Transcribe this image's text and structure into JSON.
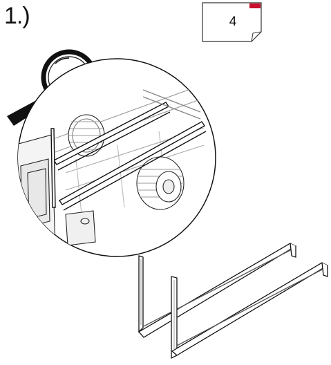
{
  "step": {
    "label": "1.)"
  },
  "quantity_box": {
    "value": "4",
    "corner_mark": "red"
  },
  "colors": {
    "line": "#1a1a1a",
    "accent": "#c8102e",
    "paper": "#ffffff",
    "shade": "#d9d9d9"
  },
  "icons": {
    "magnifier": "magnifier-icon",
    "rail": "frame-rail"
  }
}
